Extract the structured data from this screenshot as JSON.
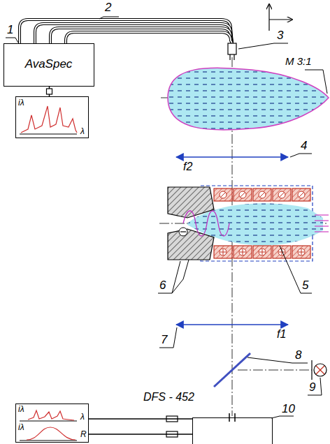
{
  "diagram": {
    "nodes": [
      {
        "text": [
          "AvaSpec"
        ]
      },
      {
        "text": [
          "iλ",
          "λ"
        ]
      },
      {
        "text": [
          "iλ",
          "λ",
          "iλ",
          "R"
        ]
      },
      {
        "text": [
          "10"
        ]
      }
    ],
    "edges": [
      {
        "from": 0,
        "to": 1,
        "arrow": "none"
      },
      {
        "from": 2,
        "to": 3,
        "arrow": "none"
      },
      {
        "from": 2,
        "to": 3,
        "arrow": "none"
      }
    ],
    "labels": [
      "1",
      "2",
      "3",
      "M 3:1",
      "4",
      "f2",
      "6",
      "5",
      "7",
      "f1",
      "8",
      "9",
      "DFS - 452"
    ]
  }
}
